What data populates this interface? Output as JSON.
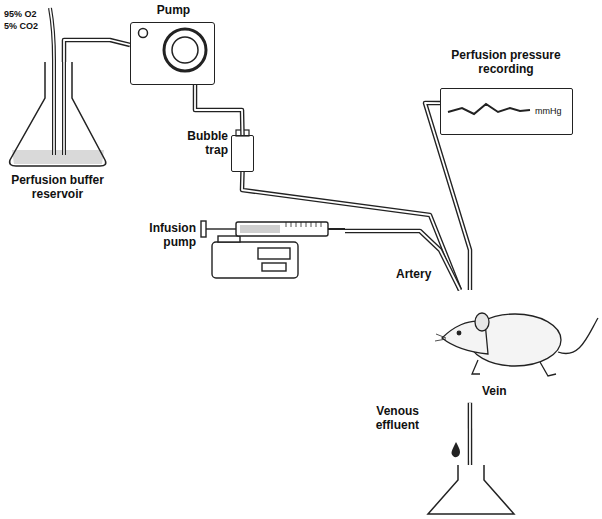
{
  "diagram": {
    "nodes": [
      {
        "text": [
          "Perfusion buffer reservoir"
        ]
      },
      {
        "text": [
          "Pump"
        ]
      },
      {
        "text": [
          "Bubble trap"
        ]
      },
      {
        "text": [
          "Perfusion pressure recording",
          "mmHg"
        ]
      },
      {
        "text": [
          "Infusion pump"
        ]
      },
      {
        "text": [
          "Artery",
          "Vein"
        ]
      },
      {
        "text": [
          "Venous effluent"
        ]
      }
    ],
    "edges": [
      {
        "from": 0,
        "to": 1,
        "arrow": "none"
      },
      {
        "from": 1,
        "to": 2,
        "arrow": "none"
      },
      {
        "from": 2,
        "to": 5,
        "arrow": "none"
      },
      {
        "from": 3,
        "to": 5,
        "arrow": "none"
      },
      {
        "from": 4,
        "to": 5,
        "arrow": "none"
      },
      {
        "from": 5,
        "to": 6,
        "arrow": "none"
      }
    ],
    "labels": [
      "95% O2",
      "5% CO2"
    ]
  }
}
